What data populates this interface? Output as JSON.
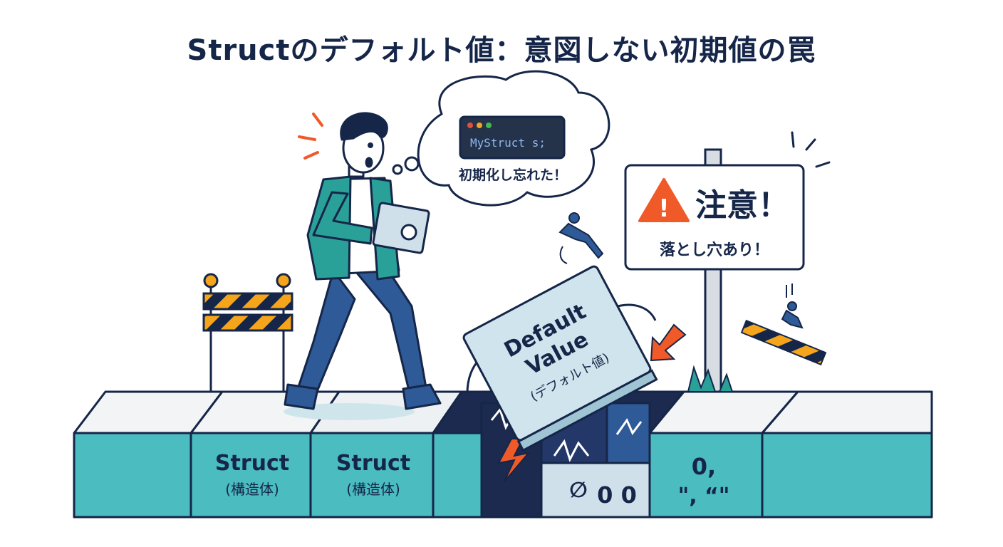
{
  "title": "Structのデフォルト値：意図しない初期値の罠",
  "thought": {
    "code": "MyStruct s;",
    "caption": "初期化し忘れた！"
  },
  "sign": {
    "heading": "注意！",
    "subtext": "落とし穴あり！"
  },
  "trapdoor": {
    "line1": "Default",
    "line2": "Value",
    "line3": "(デフォルト値)"
  },
  "blocks": [
    {
      "label": "Struct",
      "sublabel": "(構造体)"
    },
    {
      "label": "Struct",
      "sublabel": "(構造体)"
    }
  ],
  "pit": {
    "null_glyph": "∅",
    "zeros": "0 0"
  },
  "values_block": {
    "line1": "0,",
    "line2": "\", “\""
  },
  "colors": {
    "title": "#152649",
    "block_front": "#4bbcc0",
    "outline": "#152649",
    "jacket": "#2aa198",
    "pants": "#2f5a98",
    "alert": "#f05a28",
    "stripe": "#f4a51c"
  }
}
